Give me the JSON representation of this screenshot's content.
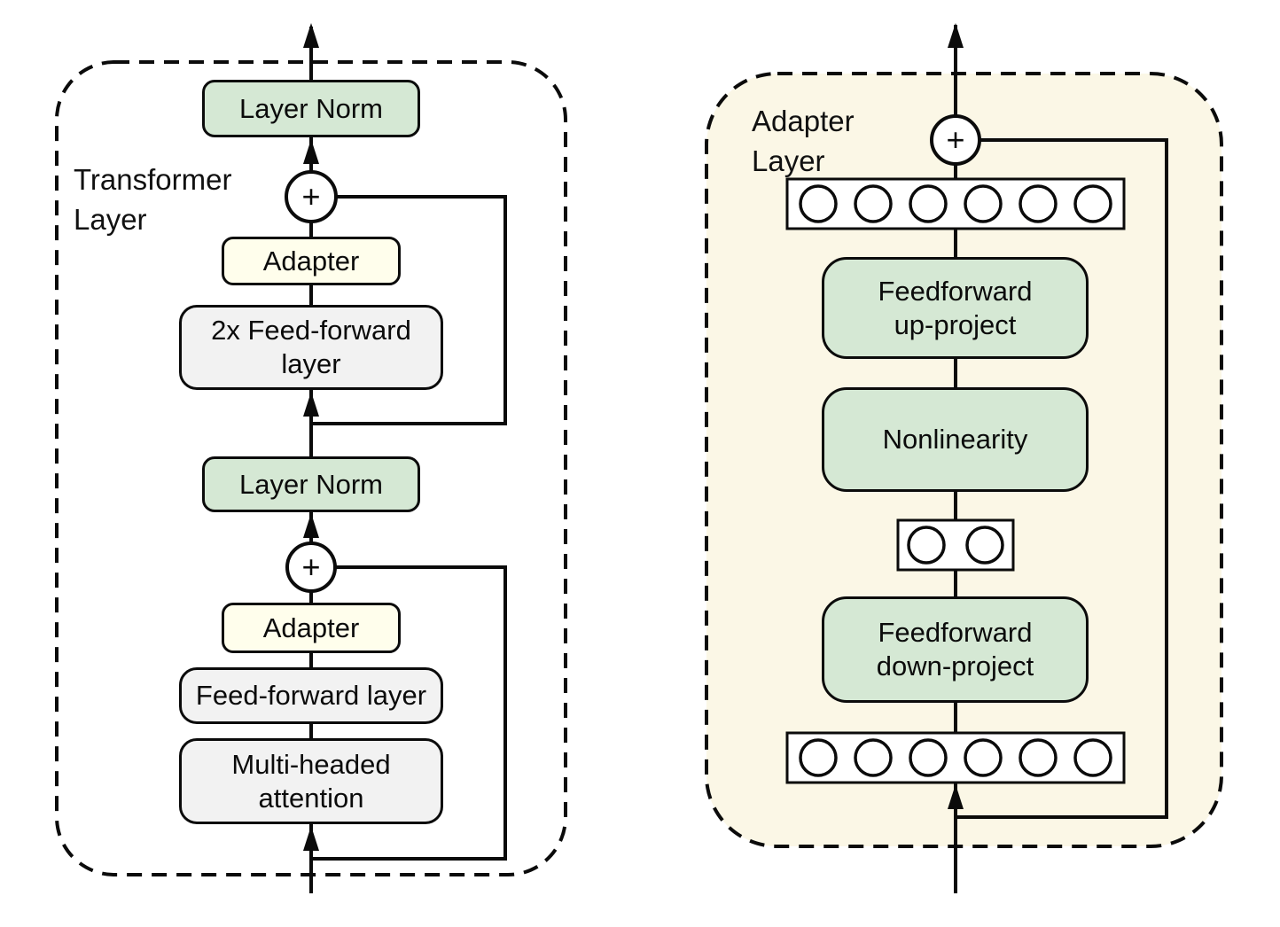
{
  "figure": {
    "description_left_container": "Transformer\nLayer",
    "description_right_container": "Adapter\nLayer"
  },
  "glyphs": {
    "plus": "+"
  },
  "colors": {
    "green_box": "#D5E8D4",
    "adapter_box": "#FFFEEC",
    "gray_box": "#F2F2F2",
    "adapter_layer_bg": "#FBF7E6",
    "line": "#0B0B0B"
  },
  "left": {
    "container_label": "Transformer\nLayer",
    "boxes": {
      "layer_norm_top": "Layer Norm",
      "adapter_top": "Adapter",
      "feed_forward_2x": "2x Feed-forward\nlayer",
      "layer_norm_bottom": "Layer Norm",
      "adapter_bottom": "Adapter",
      "feed_forward": "Feed-forward layer",
      "multi_head_attention": "Multi-headed\nattention"
    }
  },
  "right": {
    "container_label": "Adapter\nLayer",
    "boxes": {
      "up_project": "Feedforward\nup-project",
      "nonlinearity": "Nonlinearity",
      "down_project": "Feedforward\ndown-project"
    },
    "feature_rows": {
      "input_units": 6,
      "bottleneck_units": 2,
      "output_units": 6
    }
  }
}
